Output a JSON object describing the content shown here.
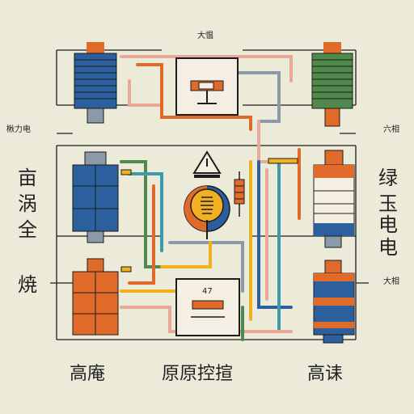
{
  "labels": {
    "top_center": "大愠",
    "left_small": "楸力电",
    "right_small_top": "六相",
    "right_small_mid": "大相",
    "left_big_1": "亩",
    "left_big_2": "涡",
    "left_big_3": "全",
    "left_big_4": "焼",
    "right_big_1": "绿",
    "right_big_2": "玉",
    "right_big_3": "电",
    "right_big_4": "电",
    "bottom_left": "高庵",
    "bottom_center": "原原控揎",
    "bottom_right": "高诔",
    "center_box_bottom": "47"
  },
  "colors": {
    "background": "#ecebd9",
    "blue": "#2c5f9e",
    "orange": "#e06a2a",
    "green": "#4f8a4c",
    "yellow": "#f0b020",
    "teal": "#3d9aa8",
    "pink": "#e9a89a",
    "gray": "#8a9aa8",
    "line": "#1c1c1c"
  },
  "icons": [
    "warning-triangle-icon",
    "lamp-icon",
    "resistor-icon"
  ]
}
